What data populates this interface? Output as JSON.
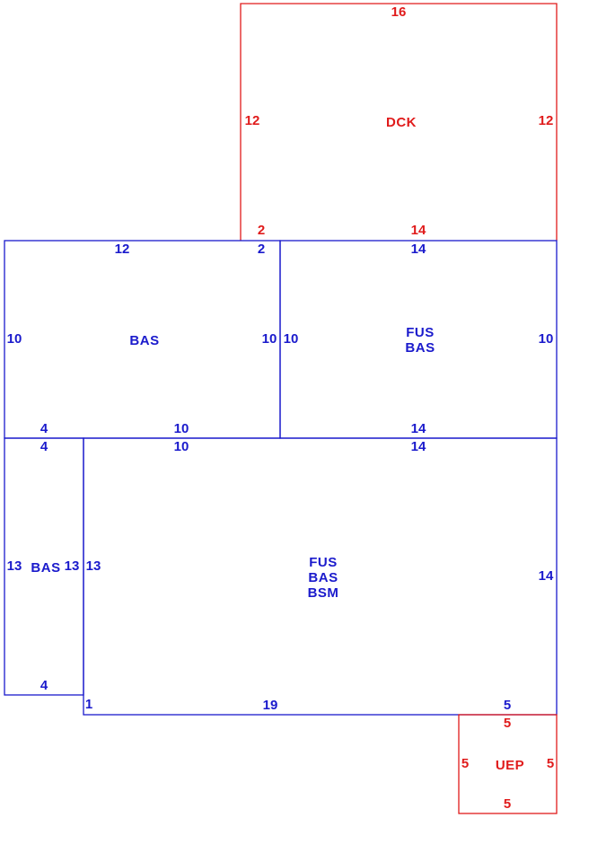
{
  "colors": {
    "main": "#1a1acc",
    "accent": "#e01b1b"
  },
  "areas": {
    "dck": {
      "color": "accent",
      "codes": [
        "DCK"
      ],
      "dims": {
        "top": "16",
        "left": "12",
        "right": "12",
        "bottom_a": "2",
        "bottom_b": "14"
      }
    },
    "bas_upper": {
      "color": "main",
      "codes": [
        "BAS"
      ],
      "dims": {
        "top_a": "12",
        "top_b": "2",
        "left": "10",
        "right": "10",
        "bottom_a": "4",
        "bottom_b": "10"
      }
    },
    "fus_bas_upper": {
      "color": "main",
      "codes": [
        "FUS",
        "BAS"
      ],
      "dims": {
        "top": "14",
        "left": "10",
        "right": "10",
        "bottom": "14"
      }
    },
    "bas_lower": {
      "color": "main",
      "codes": [
        "BAS"
      ],
      "dims": {
        "top": "4",
        "left": "13",
        "right": "13",
        "bottom": "4"
      }
    },
    "fus_bas_bsm": {
      "color": "main",
      "codes": [
        "FUS",
        "BAS",
        "BSM"
      ],
      "dims": {
        "top_a": "10",
        "top_b": "14",
        "left": "13",
        "right": "14",
        "bottom_a": "1",
        "bottom_b": "19",
        "bottom_c": "5"
      }
    },
    "uep": {
      "color": "accent",
      "codes": [
        "UEP"
      ],
      "dims": {
        "top": "5",
        "left": "5",
        "right": "5",
        "bottom": "5"
      }
    }
  }
}
